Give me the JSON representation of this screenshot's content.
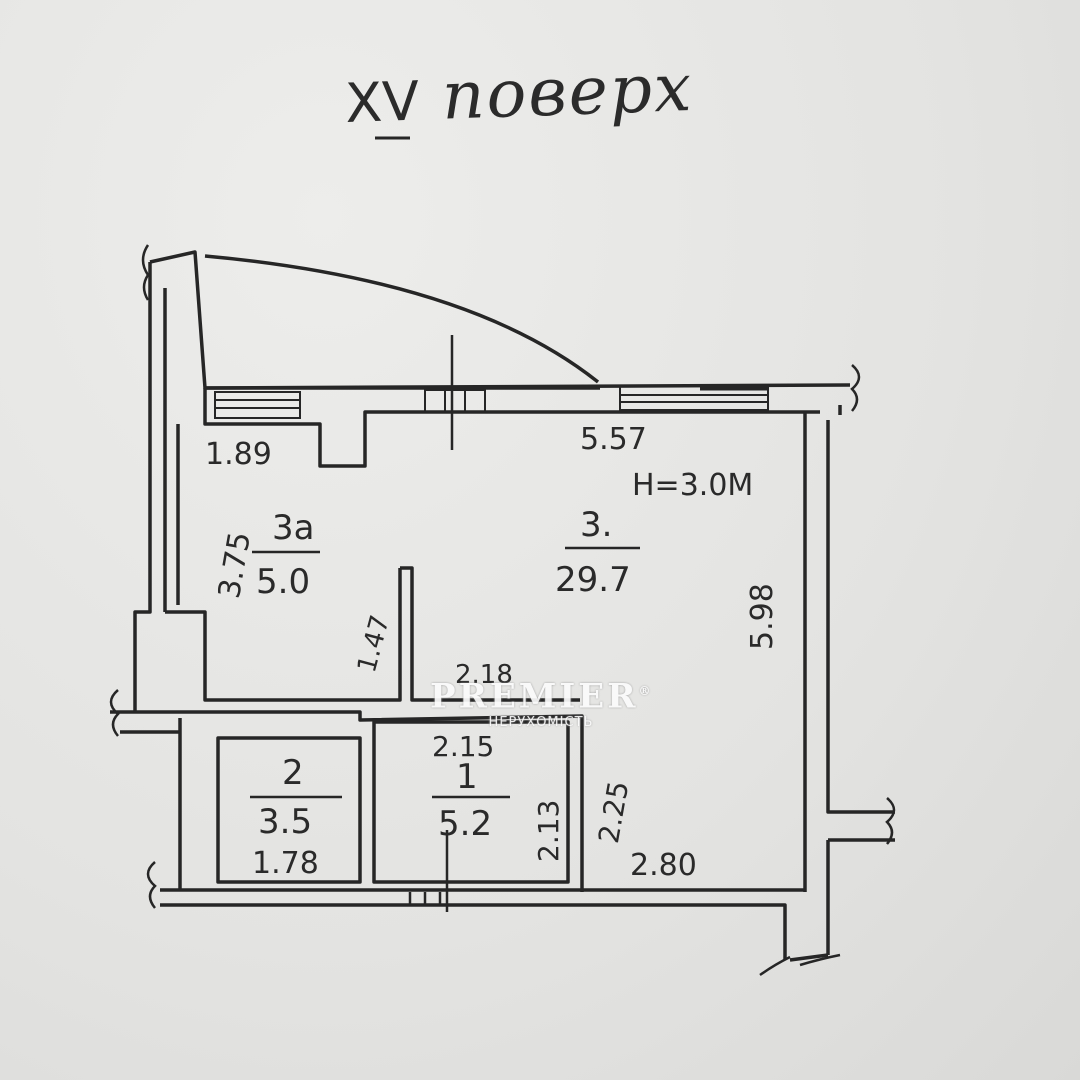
{
  "title": {
    "roman": "XV",
    "word": "поверх"
  },
  "height_note": "H=3.0M",
  "rooms": {
    "room3": {
      "number": "3.",
      "area": "29.7"
    },
    "room3a": {
      "number": "3а",
      "area": "5.0"
    },
    "room2": {
      "number": "2",
      "area": "3.5"
    },
    "room1": {
      "number": "1",
      "area": "5.2"
    }
  },
  "dimensions": {
    "d_1_89": "1.89",
    "d_5_57": "5.57",
    "d_3_75": "3.75",
    "d_5_98": "5.98",
    "d_1_47": "1.47",
    "d_2_18": "2.18",
    "d_2_15": "2.15",
    "d_2_13": "2.13",
    "d_2_25": "2.25",
    "d_1_78": "1.78",
    "d_2_80": "2.80"
  },
  "watermark": {
    "brand": "PREMIER",
    "registered": "®",
    "subtitle": "НЕРУХОМІСТЬ"
  },
  "colors": {
    "ink": "#2a2a2a",
    "paper": "#e6e6e4"
  }
}
